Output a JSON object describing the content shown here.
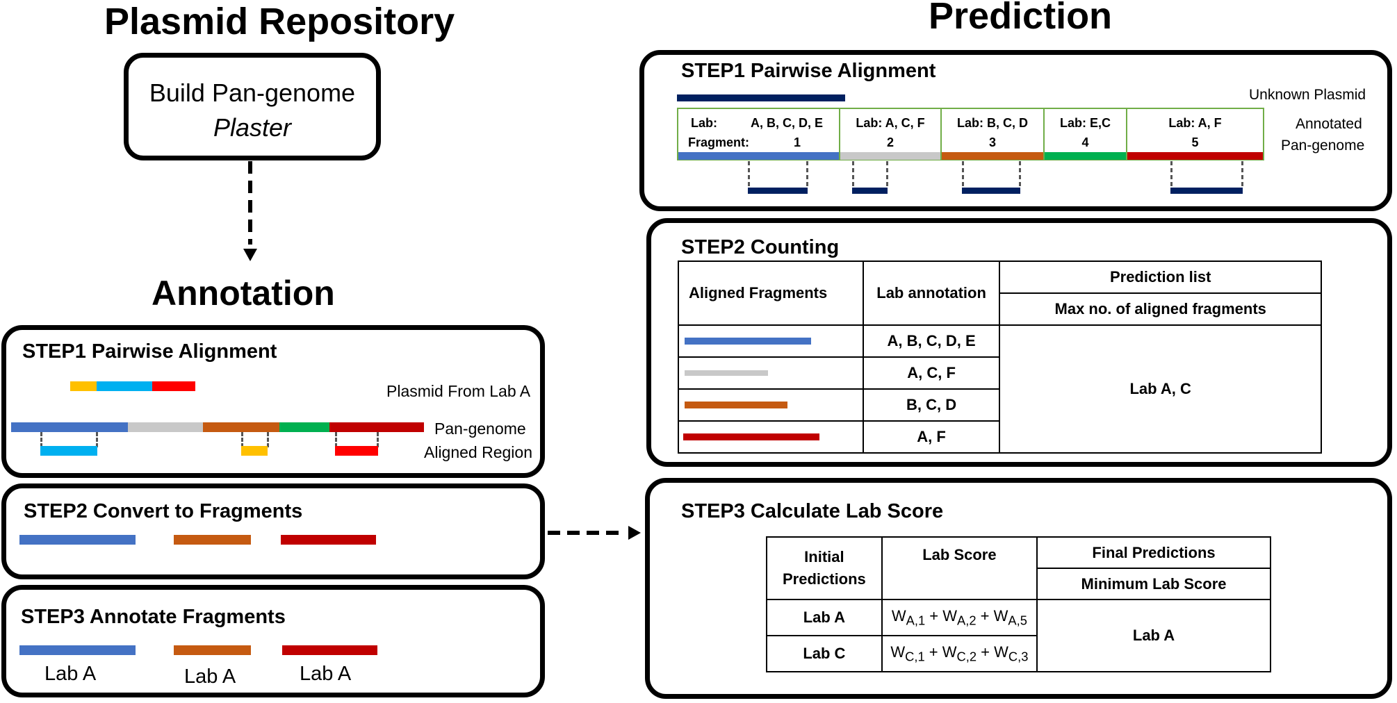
{
  "left": {
    "title": "Plasmid Repository",
    "build_line1": "Build Pan-genome",
    "build_line2": "Plaster",
    "annotation_title": "Annotation",
    "step1": {
      "title": "STEP1 Pairwise Alignment",
      "plasmid_label": "Plasmid From Lab A",
      "pangenome_label": "Pan-genome",
      "aligned_label": "Aligned Region"
    },
    "step2": {
      "title": "STEP2 Convert to Fragments"
    },
    "step3": {
      "title": "STEP3 Annotate Fragments",
      "labels": [
        "Lab A",
        "Lab A",
        "Lab A"
      ]
    }
  },
  "right": {
    "title": "Prediction",
    "step1": {
      "title": "STEP1 Pairwise Alignment",
      "unknown_label": "Unknown Plasmid",
      "annotated_label_1": "Annotated",
      "annotated_label_2": "Pan-genome",
      "fragment_row_lab": "Lab:",
      "fragment_row_fragment": "Fragment:",
      "segments": [
        {
          "labs": "A, B, C, D, E",
          "num": "1"
        },
        {
          "labs": "Lab: A, C, F",
          "num": "2"
        },
        {
          "labs": "Lab: B, C, D",
          "num": "3"
        },
        {
          "labs": "Lab: E,C",
          "num": "4"
        },
        {
          "labs": "Lab: A, F",
          "num": "5"
        }
      ]
    },
    "step2": {
      "title": "STEP2 Counting",
      "header_fragments": "Aligned Fragments",
      "header_lab": "Lab annotation",
      "header_prediction": "Prediction list",
      "header_max": "Max no. of aligned fragments",
      "rows": [
        "A, B, C, D, E",
        "A, C, F",
        "B, C, D",
        "A, F"
      ],
      "prediction": "Lab A, C"
    },
    "step3": {
      "title": "STEP3 Calculate Lab Score",
      "header_initial_1": "Initial",
      "header_initial_2": "Predictions",
      "header_score": "Lab Score",
      "header_final": "Final Predictions",
      "header_min": "Minimum Lab Score",
      "rows": [
        {
          "lab": "Lab A",
          "w": [
            "A,1",
            "A,2",
            "A,5"
          ]
        },
        {
          "lab": "Lab C",
          "w": [
            "C,1",
            "C,2",
            "C,3"
          ]
        }
      ],
      "w_symbol": "W",
      "plus": " + ",
      "final": "Lab A"
    }
  },
  "colors": {
    "blue": "#4472c4",
    "gray": "#c8c8c8",
    "orange": "#c55a11",
    "green": "#00b050",
    "darkred": "#c00000",
    "cyan": "#00b0f0",
    "yellow": "#ffc000",
    "red": "#ff0000",
    "navy": "#002060",
    "segment_border": "#70ad47"
  }
}
